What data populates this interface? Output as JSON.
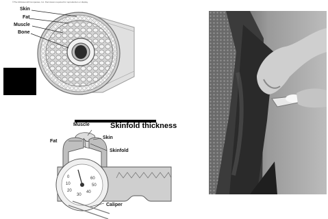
{
  "copyright": "©The McGraw-Hill Companies, Inc. Permission required for reproduction or display.",
  "cross_section": {
    "labels": [
      "Skin",
      "Fat",
      "Muscle",
      "Bone"
    ]
  },
  "skinfold_diagram": {
    "title": "Skinfold thickness",
    "labels": {
      "muscle": "Muscle",
      "skin": "Skin",
      "fat": "Fat",
      "skinfold": "Skinfold",
      "caliper": "Caliper"
    },
    "dial_ticks": [
      "0",
      "10",
      "20",
      "30",
      "40",
      "50",
      "60"
    ]
  },
  "colors": {
    "skin_tone": "#a7a7a7",
    "background": "#ffffff",
    "photo_dark": "#2b2b2b"
  }
}
